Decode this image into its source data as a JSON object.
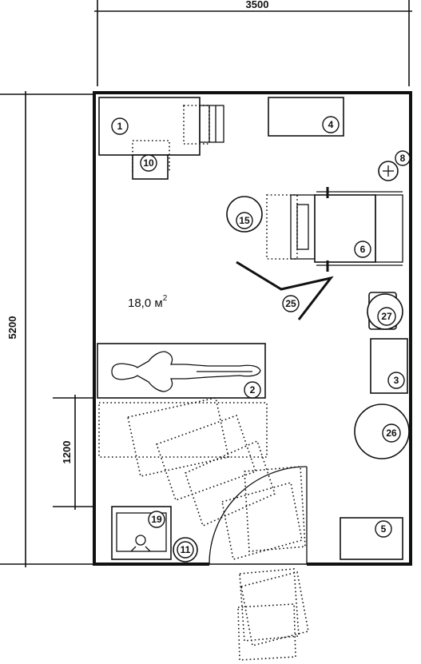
{
  "dimensions": {
    "width": "3500",
    "height": "5200",
    "clearance": "1200"
  },
  "area": {
    "value": "18,0 м",
    "exponent": "2"
  },
  "item_numbers": {
    "desk": "1",
    "bed": "2",
    "cabinet_right": "3",
    "cabinet_top": "4",
    "cabinet_bottom": "5",
    "wheelchair": "6",
    "outlet": "8",
    "chair": "10",
    "bin": "11",
    "stool": "15",
    "sink": "19",
    "frame": "25",
    "round_table_small": "27",
    "round_table_large": "26"
  }
}
